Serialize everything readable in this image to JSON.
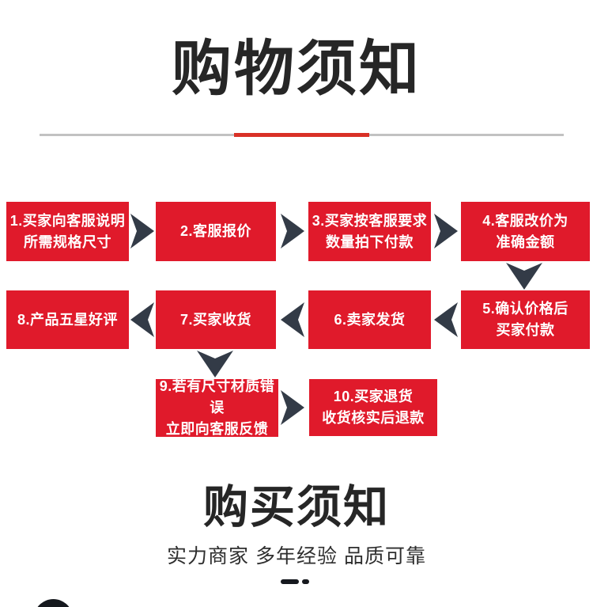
{
  "header": {
    "title": "购物须知"
  },
  "flow": {
    "steps": [
      {
        "label": "1.买家向客服说明\n所需规格尺寸"
      },
      {
        "label": "2.客服报价"
      },
      {
        "label": "3.买家按客服要求\n数量拍下付款"
      },
      {
        "label": "4.客服改价为\n准确金额"
      },
      {
        "label": "5.确认价格后\n买家付款"
      },
      {
        "label": "6.卖家发货"
      },
      {
        "label": "7.买家收货"
      },
      {
        "label": "8.产品五星好评"
      },
      {
        "label": "9.若有尺寸材质错误\n立即向客服反馈"
      },
      {
        "label": "10.买家退货\n收货核实后退款"
      }
    ]
  },
  "footer": {
    "title": "购买须知",
    "subtitle": "实力商家 多年经验 品质可靠"
  },
  "icons": {
    "arrow_right": "right-chevron-triangle",
    "arrow_left": "left-chevron-triangle",
    "arrow_down": "down-chevron-triangle"
  },
  "colors": {
    "box_red": "#e01a2b",
    "arrow_dark": "#333b47",
    "title_black": "#262626",
    "divider_gray": "#c2c2c2",
    "divider_red": "#d93026",
    "subtitle_gray": "#2e2e2e",
    "decor_black": "#16191e"
  }
}
